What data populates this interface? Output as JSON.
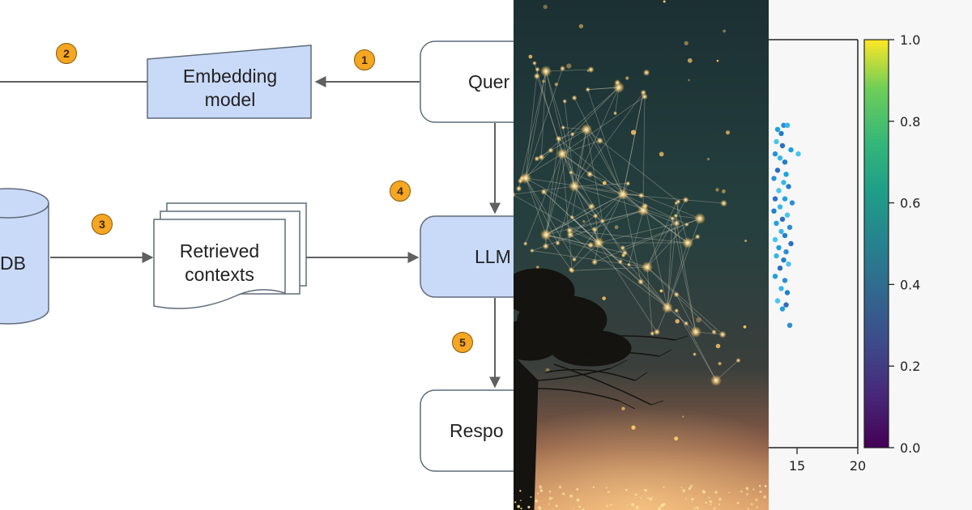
{
  "diagram": {
    "nodes": {
      "embedding": "Embedding\nmodel",
      "query": "Quer",
      "db": "DB",
      "retrieved": "Retrieved\ncontexts",
      "llm": "LLM",
      "response": "Respo"
    },
    "steps": [
      "1",
      "2",
      "3",
      "4",
      "5"
    ],
    "colors": {
      "box_fill": "#c9daf8",
      "box_stroke": "#5f6b7a",
      "arrow": "#606060",
      "badge": "#f5a623"
    }
  },
  "photo": {
    "colors": {
      "sky_top": "#1b3033",
      "sky_mid": "#26403f",
      "horizon": "#8a5a45",
      "glow": "#ffd98a"
    }
  },
  "chart_data": {
    "type": "scatter",
    "x_ticks": [
      "15",
      "20"
    ],
    "colorbar": {
      "ticks": [
        "0.0",
        "0.2",
        "0.4",
        "0.6",
        "0.8",
        "1.0"
      ],
      "range": [
        0.0,
        1.0
      ],
      "colormap": "viridis"
    },
    "points": [
      {
        "x": 13.4,
        "y": 0.78
      },
      {
        "x": 13.9,
        "y": 0.79
      },
      {
        "x": 14.2,
        "y": 0.79
      },
      {
        "x": 13.7,
        "y": 0.77
      },
      {
        "x": 13.3,
        "y": 0.75
      },
      {
        "x": 13.8,
        "y": 0.74
      },
      {
        "x": 14.5,
        "y": 0.73
      },
      {
        "x": 13.2,
        "y": 0.72
      },
      {
        "x": 13.6,
        "y": 0.71
      },
      {
        "x": 14.0,
        "y": 0.7
      },
      {
        "x": 15.1,
        "y": 0.72
      },
      {
        "x": 13.4,
        "y": 0.68
      },
      {
        "x": 14.1,
        "y": 0.67
      },
      {
        "x": 13.1,
        "y": 0.66
      },
      {
        "x": 13.9,
        "y": 0.65
      },
      {
        "x": 14.3,
        "y": 0.64
      },
      {
        "x": 13.5,
        "y": 0.63
      },
      {
        "x": 13.2,
        "y": 0.61
      },
      {
        "x": 14.0,
        "y": 0.61
      },
      {
        "x": 14.6,
        "y": 0.6
      },
      {
        "x": 13.6,
        "y": 0.59
      },
      {
        "x": 13.1,
        "y": 0.58
      },
      {
        "x": 14.2,
        "y": 0.57
      },
      {
        "x": 13.8,
        "y": 0.56
      },
      {
        "x": 13.3,
        "y": 0.55
      },
      {
        "x": 14.4,
        "y": 0.54
      },
      {
        "x": 13.7,
        "y": 0.53
      },
      {
        "x": 14.0,
        "y": 0.52
      },
      {
        "x": 13.2,
        "y": 0.51
      },
      {
        "x": 14.5,
        "y": 0.5
      },
      {
        "x": 13.5,
        "y": 0.49
      },
      {
        "x": 14.1,
        "y": 0.48
      },
      {
        "x": 13.3,
        "y": 0.47
      },
      {
        "x": 13.9,
        "y": 0.46
      },
      {
        "x": 14.3,
        "y": 0.45
      },
      {
        "x": 13.6,
        "y": 0.44
      },
      {
        "x": 13.2,
        "y": 0.42
      },
      {
        "x": 14.0,
        "y": 0.41
      },
      {
        "x": 13.7,
        "y": 0.39
      },
      {
        "x": 14.2,
        "y": 0.38
      },
      {
        "x": 13.4,
        "y": 0.36
      },
      {
        "x": 14.1,
        "y": 0.35
      },
      {
        "x": 13.8,
        "y": 0.34
      },
      {
        "x": 14.4,
        "y": 0.3
      }
    ]
  }
}
